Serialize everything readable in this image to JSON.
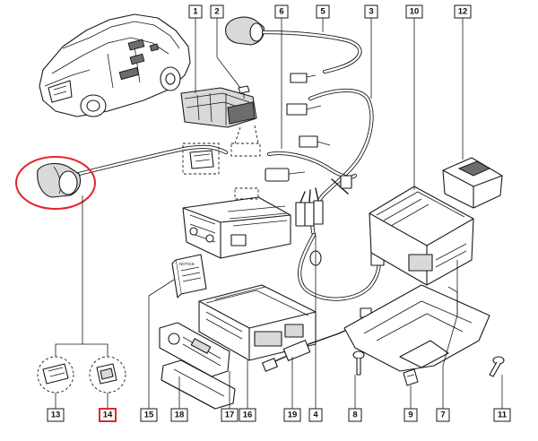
{
  "diagram": {
    "callouts": [
      {
        "id": "1",
        "label": "1",
        "highlighted": false
      },
      {
        "id": "2",
        "label": "2",
        "highlighted": false
      },
      {
        "id": "6",
        "label": "6",
        "highlighted": false
      },
      {
        "id": "5",
        "label": "5",
        "highlighted": false
      },
      {
        "id": "3",
        "label": "3",
        "highlighted": false
      },
      {
        "id": "10",
        "label": "10",
        "highlighted": false
      },
      {
        "id": "12",
        "label": "12",
        "highlighted": false
      },
      {
        "id": "13",
        "label": "13",
        "highlighted": false
      },
      {
        "id": "14",
        "label": "14",
        "highlighted": true
      },
      {
        "id": "15",
        "label": "15",
        "highlighted": false
      },
      {
        "id": "18",
        "label": "18",
        "highlighted": false
      },
      {
        "id": "17",
        "label": "17",
        "highlighted": false
      },
      {
        "id": "16",
        "label": "16",
        "highlighted": false
      },
      {
        "id": "19",
        "label": "19",
        "highlighted": false
      },
      {
        "id": "4",
        "label": "4",
        "highlighted": false
      },
      {
        "id": "8",
        "label": "8",
        "highlighted": false
      },
      {
        "id": "9",
        "label": "9",
        "highlighted": false
      },
      {
        "id": "7",
        "label": "7",
        "highlighted": false
      },
      {
        "id": "11",
        "label": "11",
        "highlighted": false
      }
    ],
    "manual_cover_text": "NOTICE",
    "highlight_color": "#e3262f",
    "line_color": "#1a1a1a"
  }
}
